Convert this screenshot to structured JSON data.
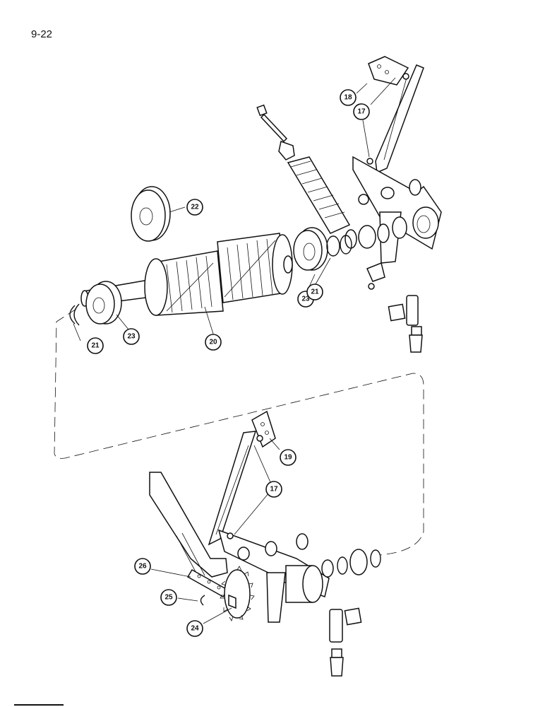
{
  "page": {
    "number": "9-22"
  },
  "callouts": [
    {
      "label": "17",
      "part": "upper-bracket-bolt"
    },
    {
      "label": "17",
      "part": "lower-bracket-bolt"
    },
    {
      "label": "18",
      "part": "upper-support-arm"
    },
    {
      "label": "19",
      "part": "lower-support-arm"
    },
    {
      "label": "20",
      "part": "feed-roller"
    },
    {
      "label": "21",
      "part": "retaining-ring-left"
    },
    {
      "label": "21",
      "part": "retaining-ring-right"
    },
    {
      "label": "22",
      "part": "end-disc"
    },
    {
      "label": "23",
      "part": "end-plate-left"
    },
    {
      "label": "23",
      "part": "end-plate-right"
    },
    {
      "label": "24",
      "part": "sprocket"
    },
    {
      "label": "25",
      "part": "snap-ring"
    },
    {
      "label": "26",
      "part": "drive-chain"
    }
  ]
}
